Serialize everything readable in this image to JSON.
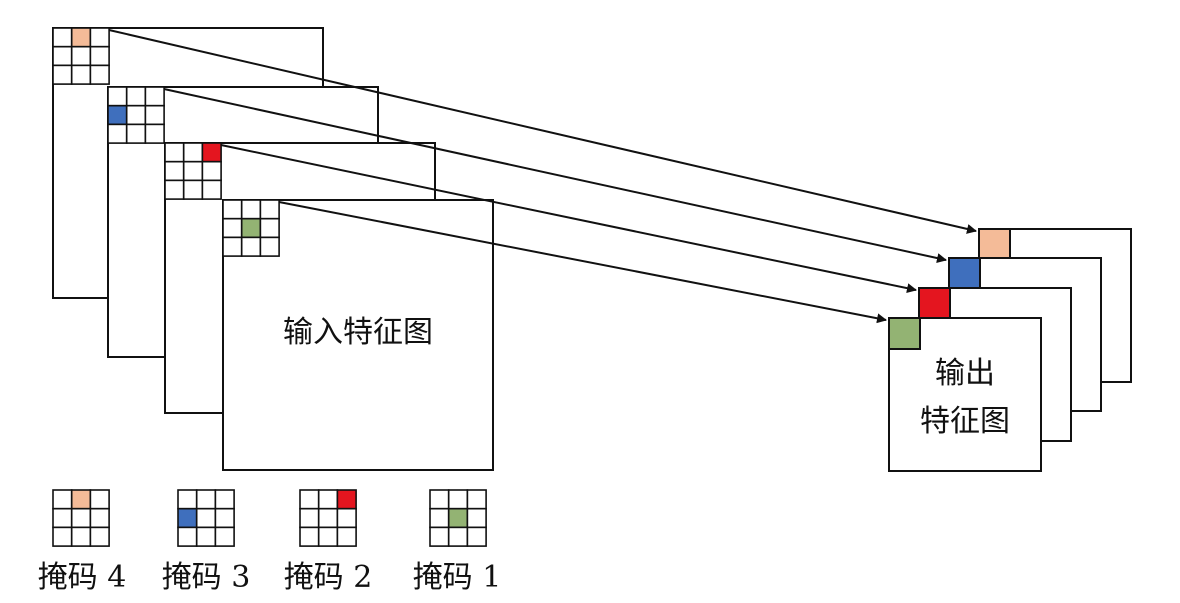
{
  "colors": {
    "mask4": "#f4bb98",
    "mask3": "#3f6fbd",
    "mask2": "#e4151f",
    "mask1": "#93b373",
    "stroke": "#111111",
    "background": "#ffffff"
  },
  "input_label": "输入特征图",
  "output_label_line1": "输出",
  "output_label_line2": "特征图",
  "masks": [
    {
      "label": "掩码 4",
      "color_key": "mask4",
      "cell": [
        0,
        1
      ]
    },
    {
      "label": "掩码 3",
      "color_key": "mask3",
      "cell": [
        1,
        0
      ]
    },
    {
      "label": "掩码 2",
      "color_key": "mask2",
      "cell": [
        0,
        2
      ]
    },
    {
      "label": "掩码 1",
      "color_key": "mask1",
      "cell": [
        1,
        1
      ]
    }
  ]
}
